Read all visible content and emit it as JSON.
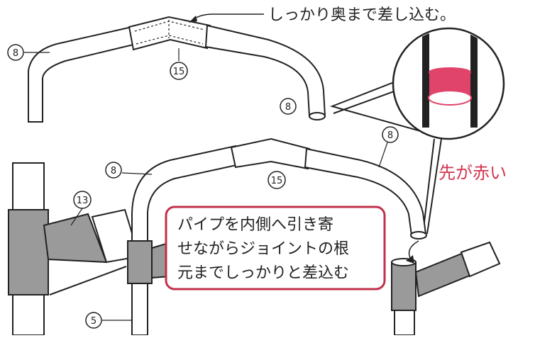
{
  "top_annotation": "しっかり奥まで差し込む。",
  "red_tip_label": "先が赤い",
  "instruction_lines": [
    "パイプを内側へ引き寄",
    "せながらジョイントの根",
    "元までしっかりと差込む"
  ],
  "part_labels": {
    "pipe_top_left": "8",
    "joint_top": "15",
    "pipe_top_right_end": "8",
    "pipe_bottom_right": "8",
    "pipe_bottom_left": "8",
    "joint_bottom": "15",
    "side_joint": "13",
    "upright_pipe": "5"
  },
  "colors": {
    "accent_red": "#d2344e",
    "pipe_gray": "#9a9a9a",
    "instruction_border": "#c0304a"
  }
}
